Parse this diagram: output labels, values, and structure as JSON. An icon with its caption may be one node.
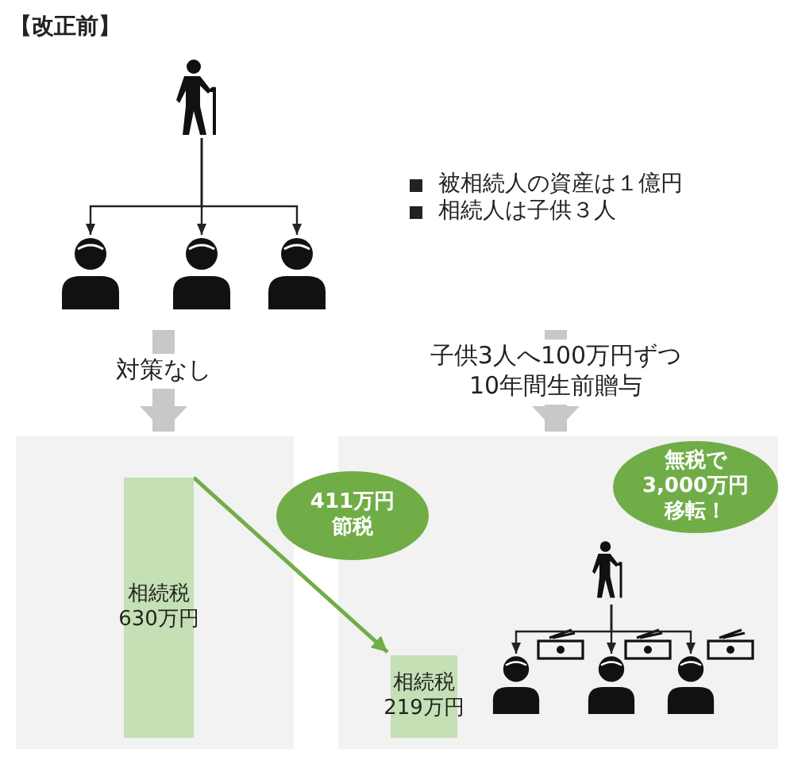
{
  "diagram": {
    "nodes": [
      {
        "text": [],
        "shape": "person"
      },
      {
        "text": [],
        "shape": "person"
      },
      {
        "text": [],
        "shape": "person"
      },
      {
        "text": [],
        "shape": "person"
      },
      {
        "text": [],
        "shape": "box"
      },
      {
        "text": [],
        "shape": "box"
      },
      {
        "text": [
          "相続税",
          "630万円"
        ],
        "in": 4
      },
      {
        "text": [
          "411万円",
          "節税"
        ]
      },
      {
        "text": [
          "相続税",
          "219万円"
        ],
        "in": 5
      },
      {
        "text": [
          "無税で",
          "3,000万円",
          "移転！"
        ],
        "in": 5
      },
      {
        "text": [],
        "shape": "person",
        "in": 5
      },
      {
        "text": [],
        "shape": "person",
        "in": 5
      },
      {
        "text": [],
        "shape": "person",
        "in": 5
      },
      {
        "text": [],
        "shape": "person",
        "in": 5
      }
    ],
    "edges": [
      {
        "from": 0,
        "to": 1,
        "arrow": "to"
      },
      {
        "from": 0,
        "to": 2,
        "arrow": "to"
      },
      {
        "from": 0,
        "to": 3,
        "arrow": "to"
      },
      {
        "from": null,
        "to": 4,
        "arrow": "to",
        "label": "対策なし",
        "style": "thick",
        "color": "#c8c8c8"
      },
      {
        "from": null,
        "to": 5,
        "arrow": "to",
        "label": "子供3人へ100万円ずつ10年間生前贈与",
        "style": "thick",
        "color": "#c8c8c8"
      },
      {
        "from": 6,
        "to": 8,
        "arrow": "to",
        "color": "#70ad47"
      },
      {
        "from": 10,
        "to": 11,
        "arrow": "to"
      },
      {
        "from": 10,
        "to": 12,
        "arrow": "to"
      },
      {
        "from": 10,
        "to": 13,
        "arrow": "to"
      }
    ],
    "labels": [
      "【改正前】",
      "被相続人の資産は１億円",
      "相続人は子供３人"
    ]
  }
}
